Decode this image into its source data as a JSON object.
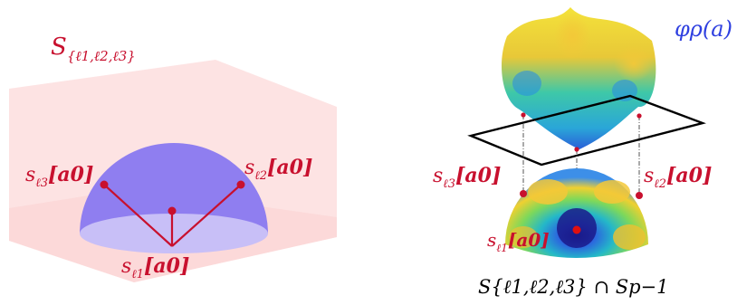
{
  "left_panel": {
    "subspace_label": {
      "base": "S",
      "subscript": "{ℓ1,ℓ2,ℓ3}"
    },
    "points": [
      {
        "id": "l1",
        "label_base": "s",
        "label_sub": "ℓ1",
        "label_arg": "[a0]"
      },
      {
        "id": "l2",
        "label_base": "s",
        "label_sub": "ℓ2",
        "label_arg": "[a0]"
      },
      {
        "id": "l3",
        "label_base": "s",
        "label_sub": "ℓ3",
        "label_arg": "[a0]"
      }
    ]
  },
  "right_panel": {
    "function_label": "φρ(a)",
    "sphere_label": "S{ℓ1,ℓ2,ℓ3} ∩ Sp−1",
    "points": [
      {
        "id": "l1",
        "label_base": "s",
        "label_sub": "ℓ1",
        "label_arg": "[a0]"
      },
      {
        "id": "l2",
        "label_base": "s",
        "label_sub": "ℓ2",
        "label_arg": "[a0]"
      },
      {
        "id": "l3",
        "label_base": "s",
        "label_sub": "ℓ3",
        "label_arg": "[a0]"
      }
    ]
  },
  "colors": {
    "plane_fill": "#fde0e0",
    "hemisphere_fill": "#8f7ef0",
    "disk_fill": "#c8bff7",
    "red_accent": "#c8102e",
    "function_label": "#2e3fe0",
    "frame": "#000000"
  }
}
